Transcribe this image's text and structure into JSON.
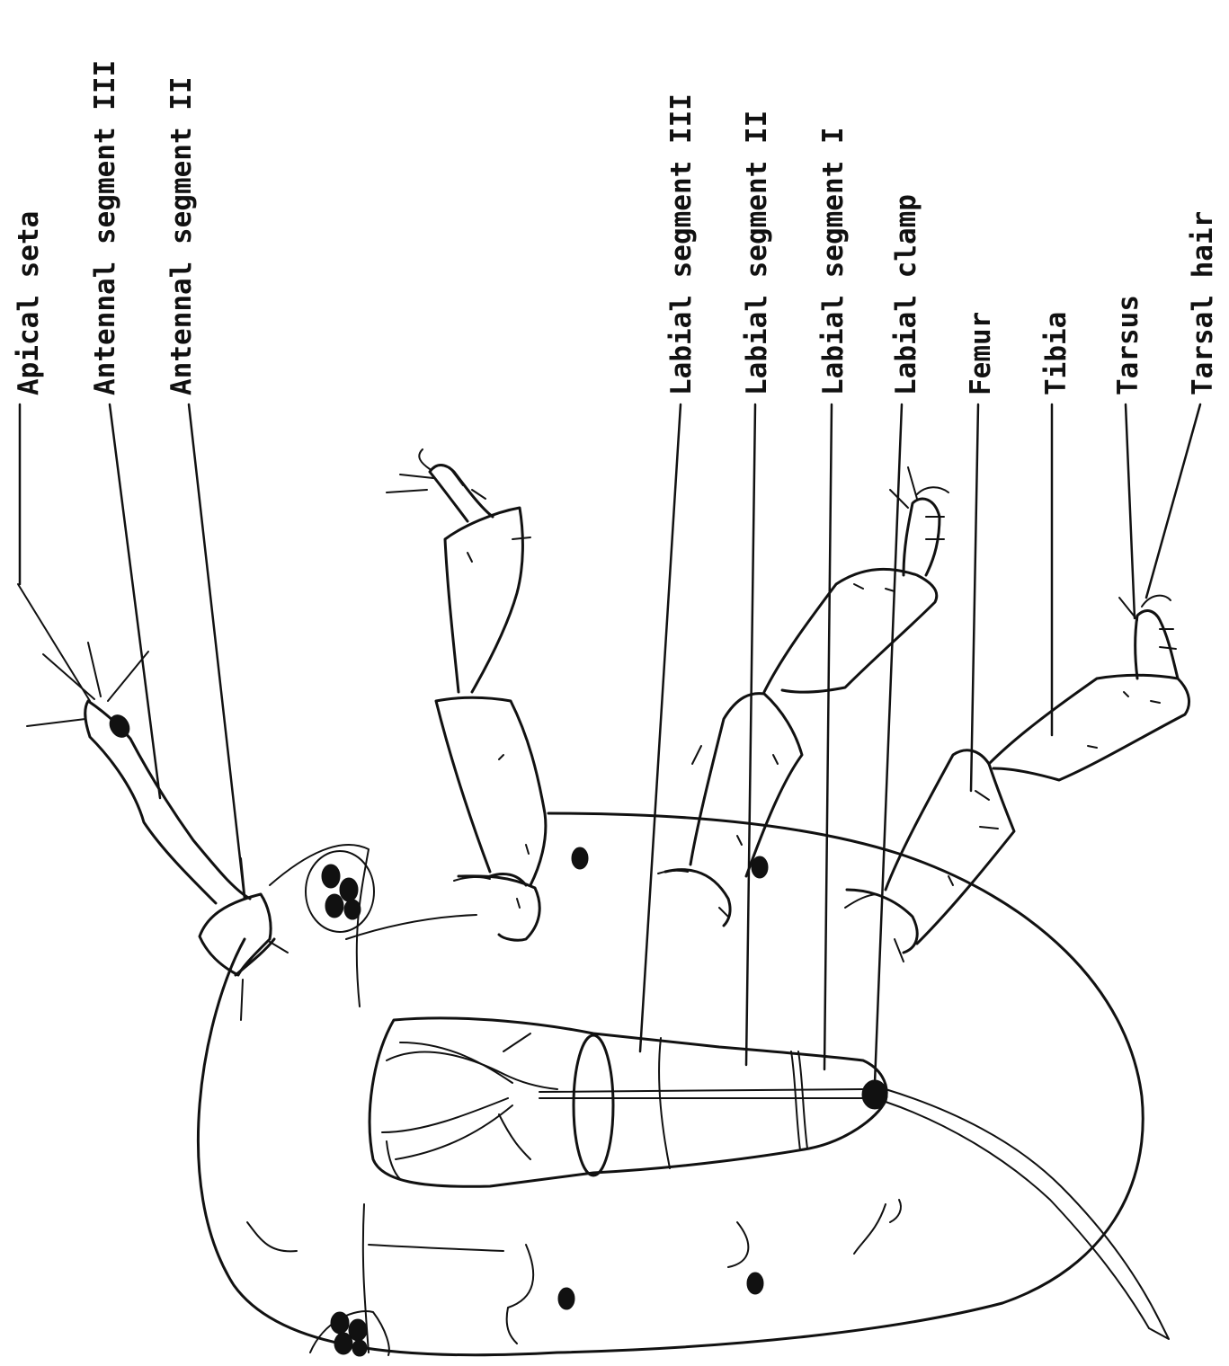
{
  "diagram": {
    "labels": {
      "apical_seta": "Apical seta",
      "antennal_segment_iii": "Antennal segment III",
      "antennal_segment_ii": "Antennal segment II",
      "labial_segment_iii": "Labial segment III",
      "labial_segment_ii": "Labial segment II",
      "labial_segment_i": "Labial segment I",
      "labial_clamp": "Labial clamp",
      "femur": "Femur",
      "tibia": "Tibia",
      "tarsus": "Tarsus",
      "tarsal_hair": "Tarsal hair"
    }
  }
}
